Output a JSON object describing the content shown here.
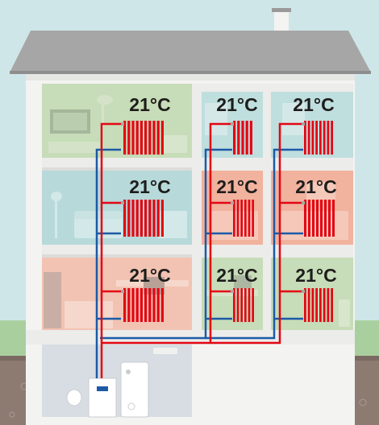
{
  "scene": {
    "colors": {
      "sky": "#cfe6e9",
      "grass": "#a9cf9f",
      "soil": "#8d7b72",
      "roof": "#a7a6a6",
      "walls": "#f3f3f1",
      "supply_pipe": "#e30613",
      "return_pipe": "#1c5aa6",
      "radiator": "#e30613"
    }
  },
  "rooms": [
    {
      "id": "top-left",
      "temperature": "21°C",
      "wall_color": "#c7dcb8",
      "furniture": "tv-icon"
    },
    {
      "id": "top-middle",
      "temperature": "21°C",
      "wall_color": "#bfdede",
      "furniture": "window-icon"
    },
    {
      "id": "top-right",
      "temperature": "21°C",
      "wall_color": "#bfdede",
      "furniture": "window-icon"
    },
    {
      "id": "middle-left",
      "temperature": "21°C",
      "wall_color": "#b7d9da",
      "furniture": "sofa-icon"
    },
    {
      "id": "middle-middle",
      "temperature": "21°C",
      "wall_color": "#f1b29e",
      "furniture": "bed-icon"
    },
    {
      "id": "middle-right",
      "temperature": "21°C",
      "wall_color": "#f1b29e",
      "furniture": "bed-icon"
    },
    {
      "id": "bottom-left",
      "temperature": "21°C",
      "wall_color": "#f2c3b2",
      "furniture": "kitchen-icon"
    },
    {
      "id": "bottom-middle",
      "temperature": "21°C",
      "wall_color": "#c7dcb8",
      "furniture": "desk-icon"
    },
    {
      "id": "bottom-right",
      "temperature": "21°C",
      "wall_color": "#c7dcb8",
      "furniture": "shelf-icon"
    }
  ],
  "basement": {
    "wall_color": "#d7dde2",
    "equipment": [
      "boiler-icon",
      "water-tank-icon",
      "expansion-vessel-icon"
    ]
  }
}
